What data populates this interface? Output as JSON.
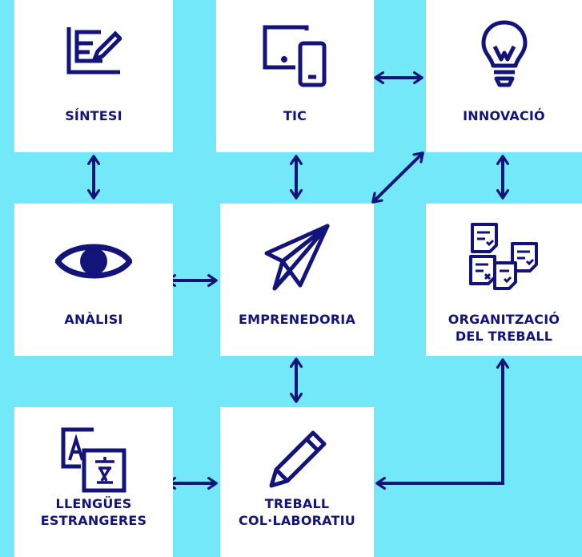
{
  "colors": {
    "background": "#72e8f8",
    "card": "#ffffff",
    "ink": "#13147a"
  },
  "nodes": {
    "sintesi": {
      "label": "SÍNTESI",
      "icon": "document-edit-icon"
    },
    "tic": {
      "label": "TIC",
      "icon": "devices-icon"
    },
    "innovacio": {
      "label": "INNOVACIÓ",
      "icon": "lightbulb-icon"
    },
    "analisi": {
      "label": "ANÀLISI",
      "icon": "eye-icon"
    },
    "emprenedoria": {
      "label": "EMPRENEDORIA",
      "icon": "paper-plane-icon"
    },
    "organitzacio": {
      "label": "ORGANITZACIÓ\nDEL TREBALL",
      "icon": "sticky-notes-icon"
    },
    "llengues": {
      "label": "LLENGÜES\nESTRANGERES",
      "icon": "translate-icon"
    },
    "treball": {
      "label": "TREBALL\nCOL·LABORATIU",
      "icon": "pencil-icon"
    }
  }
}
